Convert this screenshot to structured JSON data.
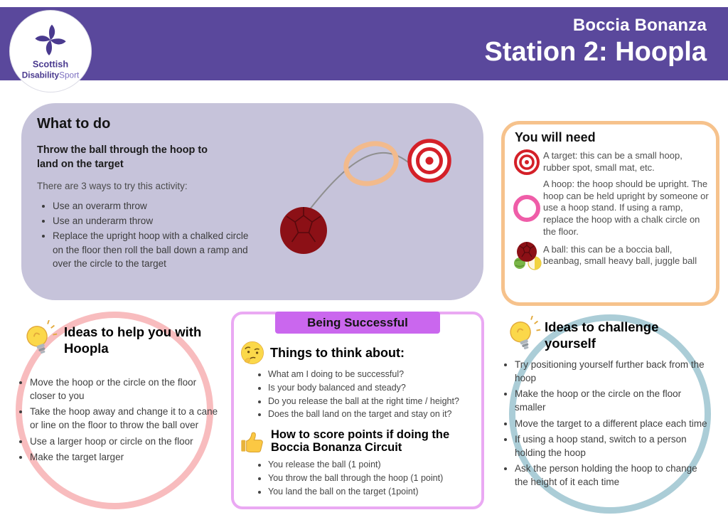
{
  "header": {
    "kicker": "Boccia Bonanza",
    "title": "Station 2: Hoopla",
    "logo": {
      "line1": "Scottish",
      "line2_bold": "Disability",
      "line2_light": "Sport"
    }
  },
  "what_to_do": {
    "title": "What to do",
    "subtitle": "Throw the ball through the hoop to land on the target",
    "intro": "There are 3 ways to try this activity:",
    "bullets": [
      "Use an overarm throw",
      "Use an underarm throw",
      "Replace the upright hoop with a chalked circle on the floor then roll the ball down a ramp and over the circle to the target"
    ]
  },
  "you_will_need": {
    "title": "You will need",
    "items": [
      {
        "icon": "target-icon",
        "text": "A target: this can be a small hoop, rubber spot, small mat, etc."
      },
      {
        "icon": "hoop-icon",
        "text": "A hoop: the hoop should be upright. The hoop can be held upright by someone or use a hoop stand. If using a ramp, replace the hoop with a chalk circle on the floor."
      },
      {
        "icon": "boccia-ball-icon",
        "text": "A ball: this can be a boccia ball, beanbag, small heavy ball, juggle ball"
      }
    ]
  },
  "ideas_help": {
    "icon": "lightbulb-icon",
    "title": "Ideas to help you with Hoopla",
    "bullets": [
      "Move the hoop or the circle on the floor closer to you",
      "Take the hoop away and change it to a cane or line on the floor to throw the ball over",
      "Use a larger hoop or circle on the floor",
      "Make the target larger"
    ]
  },
  "being_successful": {
    "badge": "Being Successful",
    "think_icon": "thinking-face-icon",
    "think_title": "Things to think about:",
    "think_bullets": [
      "What am I doing to be successful?",
      "Is your body balanced and steady?",
      "Do you release the ball at the right time / height?",
      "Does the ball land on the target and stay on it?"
    ],
    "score_icon": "thumbs-up-icon",
    "score_title": "How to score points if doing the Boccia Bonanza Circuit",
    "score_bullets": [
      "You release the ball (1 point)",
      "You throw the ball through the hoop (1 point)",
      "You land the ball on the target (1point)"
    ]
  },
  "ideas_challenge": {
    "icon": "lightbulb-icon",
    "title": "Ideas to challenge yourself",
    "bullets": [
      "Try positioning yourself further back from the hoop",
      "Make the hoop or the circle on the floor smaller",
      "Move the target to a different place each time",
      "If using a hoop stand, switch to a person holding the hoop",
      "Ask the person holding the hoop to change the height of it each time"
    ]
  },
  "colors": {
    "header_purple": "#5a489c",
    "panel_lavender": "#c6c3da",
    "need_border_peach": "#f6c28c",
    "help_circle_pink": "#f8bcbe",
    "successful_border": "#eaa9f3",
    "successful_badge": "#ca67ee",
    "challenge_circle_teal": "#abcdd7",
    "target_red": "#d42028",
    "ball_dark_red": "#8c1016",
    "hoop_pink": "#ef5da8",
    "hoop_peach": "#f2ba8c"
  }
}
